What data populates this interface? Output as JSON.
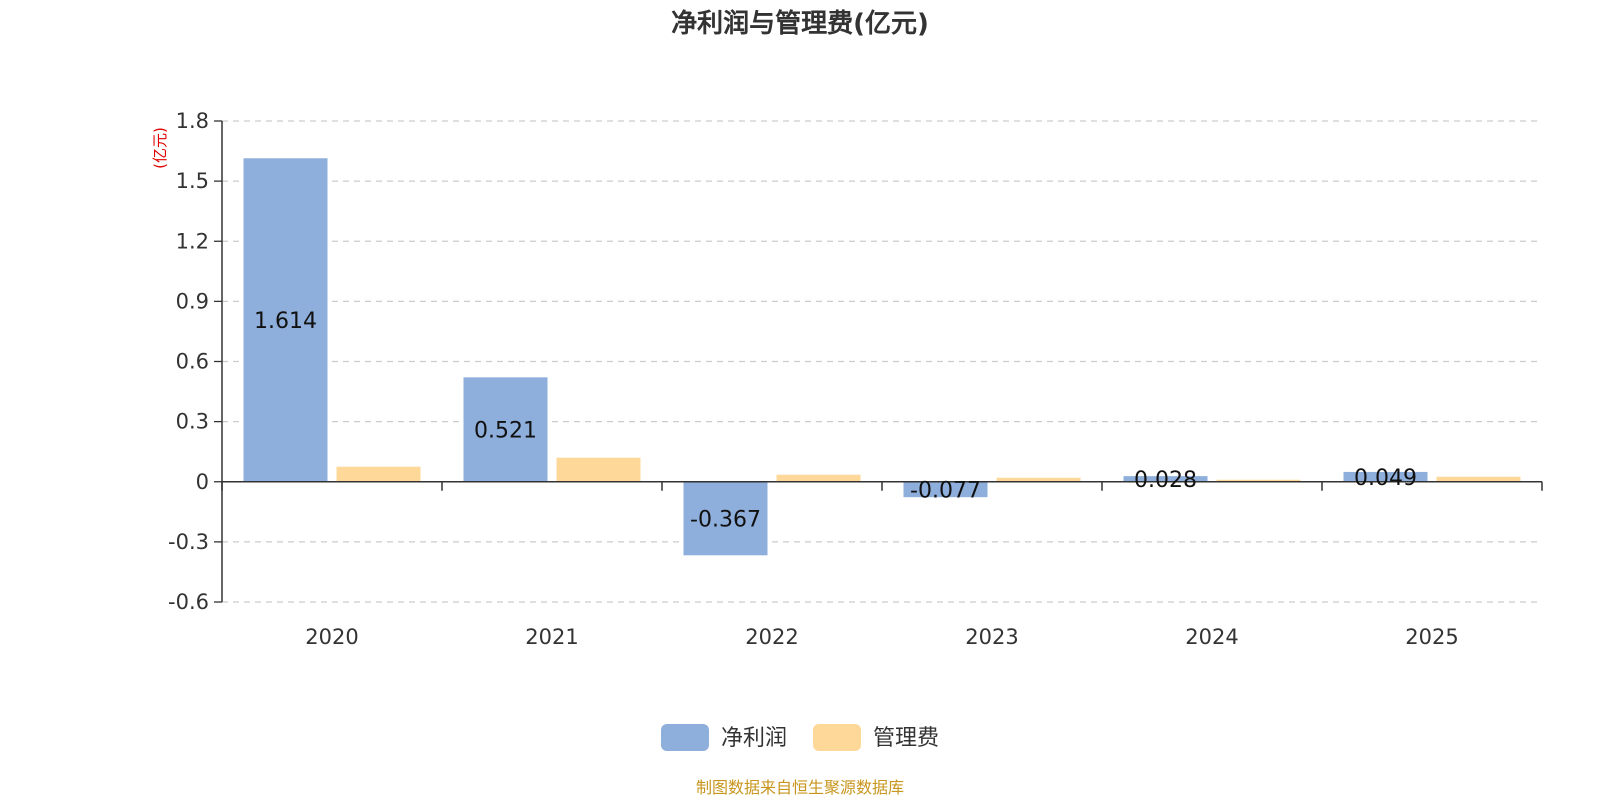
{
  "chart_data": {
    "type": "bar",
    "title": "净利润与管理费(亿元)",
    "ylabel": "(亿元)",
    "categories": [
      "2020",
      "2021",
      "2022",
      "2023",
      "2024",
      "2025"
    ],
    "series": [
      {
        "name": "净利润",
        "color": "#8eaedb",
        "values": [
          1.614,
          0.521,
          -0.367,
          -0.077,
          0.028,
          0.049
        ],
        "labels": [
          "1.614",
          "0.521",
          "-0.367",
          "-0.077",
          "0.028",
          "0.049"
        ]
      },
      {
        "name": "管理费",
        "color": "#fdd898",
        "values": [
          0.075,
          0.12,
          0.035,
          0.02,
          0.01,
          0.025
        ]
      }
    ],
    "ylim": [
      -0.6,
      1.8
    ],
    "yticks": [
      "1.8",
      "1.5",
      "1.2",
      "0.9",
      "0.6",
      "0.3",
      "0",
      "-0.3",
      "-0.6"
    ],
    "grid": true,
    "legend_position": "bottom-center",
    "source": "制图数据来自恒生聚源数据库"
  }
}
